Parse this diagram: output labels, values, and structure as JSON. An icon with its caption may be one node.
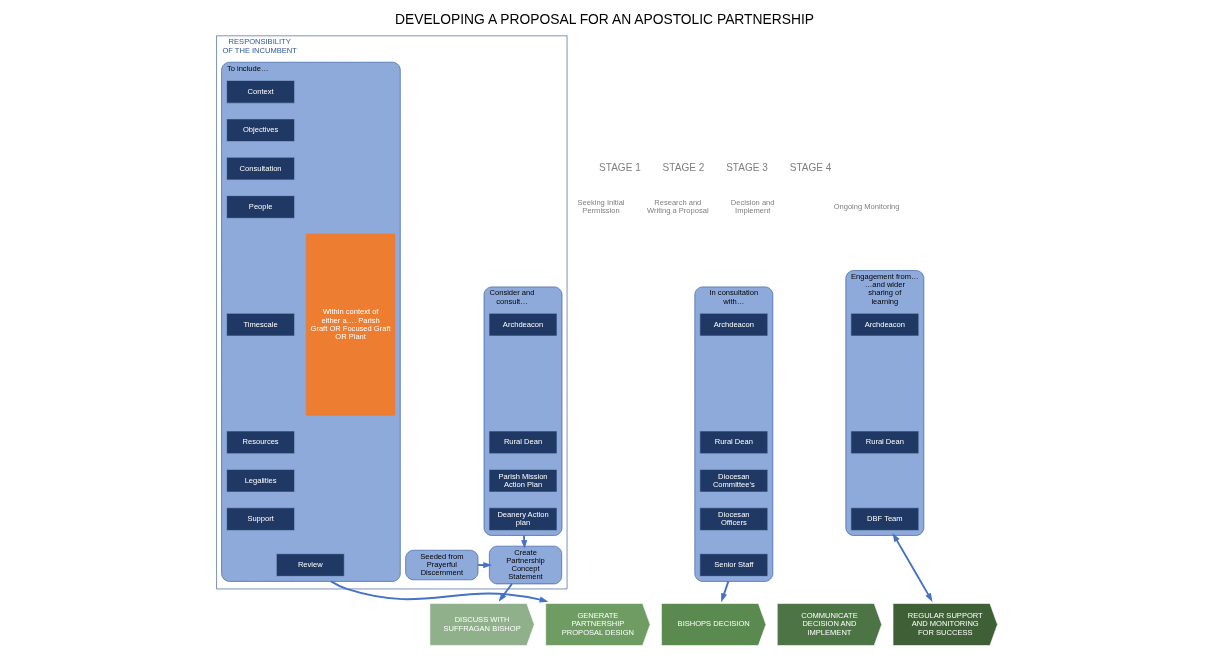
{
  "diagram": {
    "title": "DEVELOPING A PROPOSAL FOR AN APOSTOLIC PARTNERSHIP",
    "nodes": [
      {
        "text": [
          "RESPONSIBILITY OF THE INCUMBENT"
        ]
      },
      {
        "text": [
          "Consider and consult…"
        ],
        "in": 0
      },
      {
        "text": [
          "Archdeacon"
        ],
        "in": 1
      },
      {
        "text": [
          "Rural Dean"
        ],
        "in": 1
      },
      {
        "text": [
          "Parish Mission Action Plan"
        ],
        "in": 1
      },
      {
        "text": [
          "Deanery Action plan"
        ],
        "in": 1
      },
      {
        "text": [
          "Seeded from Prayerful Discernment"
        ],
        "in": 0
      },
      {
        "text": [
          "Create Partnership Concept Statement"
        ],
        "in": 0
      },
      {
        "text": [
          "To include…"
        ],
        "in": 0
      },
      {
        "text": [
          "Within context of either a…. Parish Graft OR Focused Graft OR Plant"
        ],
        "in": 8
      },
      {
        "text": [
          "Context"
        ],
        "in": 8
      },
      {
        "text": [
          "Objectives"
        ],
        "in": 8
      },
      {
        "text": [
          "Consultation"
        ],
        "in": 8
      },
      {
        "text": [
          "People"
        ],
        "in": 8
      },
      {
        "text": [
          "Timescale"
        ],
        "in": 8
      },
      {
        "text": [
          "Resources"
        ],
        "in": 8
      },
      {
        "text": [
          "Legalities"
        ],
        "in": 8
      },
      {
        "text": [
          "Support"
        ],
        "in": 8
      },
      {
        "text": [
          "Review"
        ],
        "in": 8
      },
      {
        "text": [
          "In consultation with…"
        ]
      },
      {
        "text": [
          "Archdeacon"
        ],
        "in": 19
      },
      {
        "text": [
          "Rural Dean"
        ],
        "in": 19
      },
      {
        "text": [
          "Diocesan Committee’s"
        ],
        "in": 19
      },
      {
        "text": [
          "Diocesan Officers"
        ],
        "in": 19
      },
      {
        "text": [
          "Senior Staff"
        ],
        "in": 19
      },
      {
        "text": [
          "Engagement from…",
          "…and wider sharing of learning"
        ]
      },
      {
        "text": [
          "Archdeacon"
        ],
        "in": 25
      },
      {
        "text": [
          "Rural Dean"
        ],
        "in": 25
      },
      {
        "text": [
          "DBF Team"
        ],
        "in": 25
      },
      {
        "text": [
          "DISCUSS WITH SUFFRAGAN BISHOP"
        ]
      },
      {
        "text": [
          "GENERATE PARTNERSHIP PROPOSAL DESIGN"
        ]
      },
      {
        "text": [
          "BISHOPS DECISION"
        ]
      },
      {
        "text": [
          "COMMUNICATE DECISION AND IMPLEMENT"
        ]
      },
      {
        "text": [
          "REGULAR SUPPORT AND MONITORING FOR SUCCESS"
        ]
      }
    ],
    "edges": [
      {
        "from": 1,
        "to": 7,
        "arrow": "to"
      },
      {
        "from": 6,
        "to": 7,
        "arrow": "to"
      },
      {
        "from": 7,
        "to": 29,
        "arrow": "to"
      },
      {
        "from": 8,
        "to": 30,
        "arrow": "to"
      },
      {
        "from": 19,
        "to": 31,
        "arrow": "to"
      },
      {
        "from": 25,
        "to": 33,
        "arrow": "both"
      }
    ],
    "labels": [
      "STAGE 1",
      "Seeking Initial Permission",
      "STAGE 2",
      "Research and Writing a Proposal",
      "STAGE 3",
      "Decision and Implement",
      "STAGE 4",
      "Ongoing Monitoring"
    ]
  }
}
